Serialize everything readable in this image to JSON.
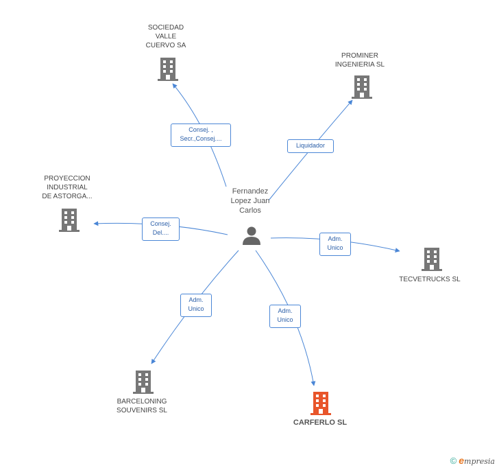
{
  "center": {
    "name": "Fernandez\nLopez Juan\nCarlos"
  },
  "companies": [
    {
      "id": "sociedad",
      "name": "SOCIEDAD\nVALLE\nCUERVO SA",
      "color": "#777777"
    },
    {
      "id": "prominer",
      "name": "PROMINER\nINGENIERIA SL",
      "color": "#777777"
    },
    {
      "id": "proyeccion",
      "name": "PROYECCION\nINDUSTRIAL\nDE ASTORGA...",
      "color": "#777777"
    },
    {
      "id": "tecvetrucks",
      "name": "TECVETRUCKS SL",
      "color": "#777777"
    },
    {
      "id": "barceloning",
      "name": "BARCELONING\nSOUVENIRS SL",
      "color": "#777777"
    },
    {
      "id": "carferlo",
      "name": "CARFERLO SL",
      "color": "#e8552a"
    }
  ],
  "relations": [
    {
      "id": "rel-sociedad",
      "label": "Consej. ,\nSecr.,Consej...."
    },
    {
      "id": "rel-prominer",
      "label": "Liquidador"
    },
    {
      "id": "rel-proyeccion",
      "label": "Consej.\nDel...."
    },
    {
      "id": "rel-tecvetrucks",
      "label": "Adm.\nUnico"
    },
    {
      "id": "rel-barceloning",
      "label": "Adm.\nUnico"
    },
    {
      "id": "rel-carferlo",
      "label": "Adm.\nUnico"
    }
  ],
  "colors": {
    "edge": "#4a86d6",
    "building": "#777777",
    "highlight": "#e8552a"
  },
  "footer": {
    "copyright": "©",
    "brand_initial": "e",
    "brand_rest": "mpresia"
  }
}
